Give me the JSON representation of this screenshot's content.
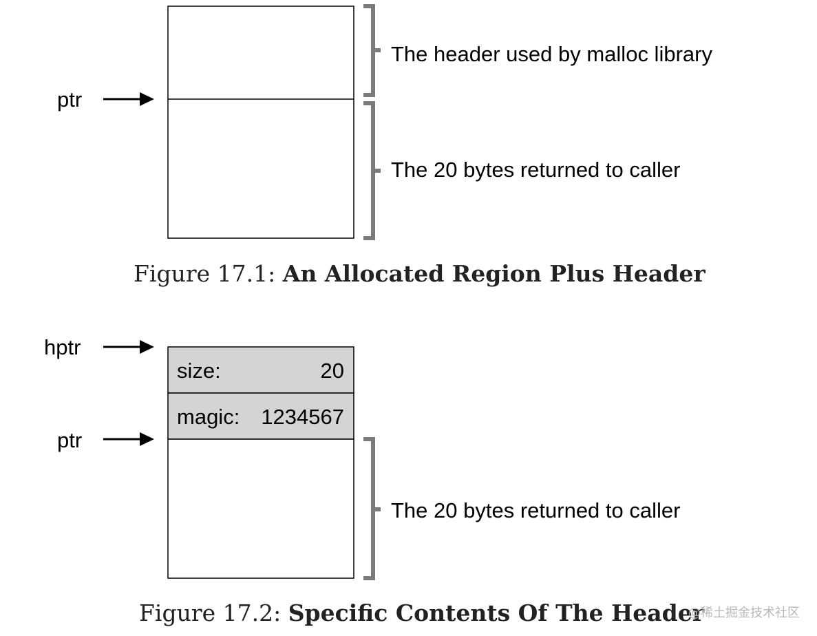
{
  "figure1": {
    "pointer_label": "ptr",
    "bracket1_label": "The header used by malloc library",
    "bracket2_label": "The 20 bytes returned to caller",
    "caption_prefix": "Figure 17.1: ",
    "caption_title": "An Allocated Region Plus Header"
  },
  "figure2": {
    "hptr_label": "hptr",
    "ptr_label": "ptr",
    "size_label": "size:",
    "size_value": "20",
    "magic_label": "magic:",
    "magic_value": "1234567",
    "bracket_label": "The 20 bytes returned to caller",
    "caption_prefix": "Figure 17.2: ",
    "caption_title": "Specific Contents Of The Header"
  },
  "watermark": "@稀土掘金技术社区",
  "colors": {
    "box_stroke": "#000000",
    "header_fill": "#d4d4d4",
    "bracket": "#7a7a7a",
    "arrow": "#000000"
  }
}
